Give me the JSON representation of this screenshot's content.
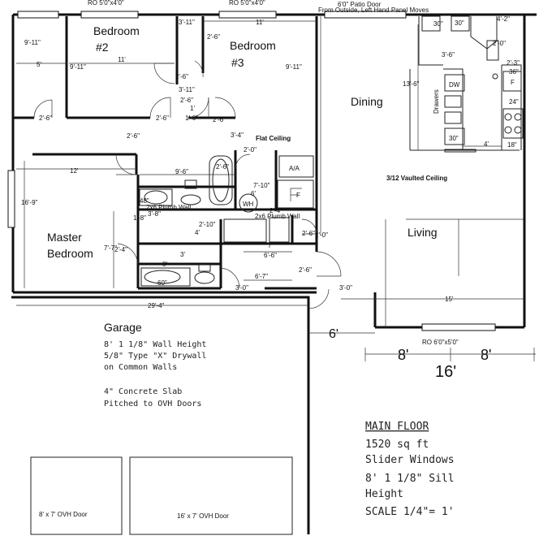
{
  "top_windows": [
    "RO 5'0\"x4'0\"",
    "RO 5'0\"x4'0\""
  ],
  "patio_door": {
    "label": "6'0\" Patio Door",
    "note": "From Outside, Left Hand Panel Moves"
  },
  "rooms": {
    "bedroom2": [
      "Bedroom",
      "#2"
    ],
    "bedroom3": [
      "Bedroom",
      "#3"
    ],
    "dining": "Dining",
    "master": [
      "Master",
      "Bedroom"
    ],
    "living": "Living",
    "garage": "Garage"
  },
  "ceilings": {
    "flat": "Flat Ceiling",
    "vaulted": "3/12 Vaulted Ceiling"
  },
  "fixtures": {
    "dw": "DW",
    "ac": "A/A",
    "wh": "WH",
    "f": "F",
    "range": "36\"",
    "f2": "F",
    "c24": "24\"",
    "c18": "18\"",
    "c30a": "30\"",
    "c30b": "30\"",
    "c30c": "30\"",
    "c48": "48\"",
    "c60": "60\""
  },
  "dims": {
    "d1": "9'-11\"",
    "d2": "5'",
    "d3": "11'",
    "d4": "9'-11\"",
    "d5": "11'",
    "d6": "9'-11\"",
    "d7": "3'-11\"",
    "d8": "2'-6\"",
    "d9": "2'-6\"",
    "d10": "3'-11\"",
    "d11": "2'-6\"",
    "d12": "2'-6\"",
    "d13": "1'",
    "d14": "1'-6\"",
    "d15": "2'-6\"",
    "d16": "2'-6\"",
    "d17": "3'-4\"",
    "d18": "2'-6\"",
    "d19": "12'",
    "d20": "9'-6\"",
    "d21": "16'-9\"",
    "d22": "7'-10\"",
    "d23": "6'",
    "d24": "3'-8\"",
    "d25": "1'-8\"",
    "d26": "2'-10\"",
    "d27": "4'",
    "d28": "7'-7\"",
    "d29": "2'-4\"",
    "d30": "3'",
    "d31": "8'",
    "d32": "2'-4\"",
    "d33": "2'-6\"",
    "d34": "2'-0\"",
    "d35": "7'",
    "d36": "6'-6\"",
    "d37": "6'-7\"",
    "d38": "2'-6\"",
    "d39": "3'-0\"",
    "d40": "3'-0\"",
    "d41": "13'-6\"",
    "d42": "3'-6\"",
    "d43": "4'-2\"",
    "d44": "2'-0\"",
    "d45": "2'-3\"",
    "d46": "4'",
    "d47": "15'",
    "d48": "29'-4\"",
    "d49": "6'",
    "d50": "8'",
    "d51": "8'",
    "d52": "16'",
    "d53": "2'-6\"",
    "d54": "2'-0\""
  },
  "small": {
    "pw1": "2x6 Plumb Wall",
    "pw2": "2x6 Plumb Wall",
    "drawers": "Drawers"
  },
  "bottom_window": "RO 6'0\"x5'0\"",
  "garage_notes": [
    "8' 1 1/8\" Wall Height",
    "5/8\" Type \"X\" Drywall",
    "on Common Walls",
    "4\" Concrete Slab",
    "Pitched to OVH Doors"
  ],
  "ovh_doors": [
    "8' x 7' OVH Door",
    "16' x 7' OVH Door"
  ],
  "legend": {
    "title": "MAIN FLOOR",
    "area": "1520 sq ft",
    "windows": "Slider Windows",
    "sill": "8' 1 1/8\" Sill",
    "height": "Height",
    "scale": "SCALE 1/4\"= 1'"
  }
}
